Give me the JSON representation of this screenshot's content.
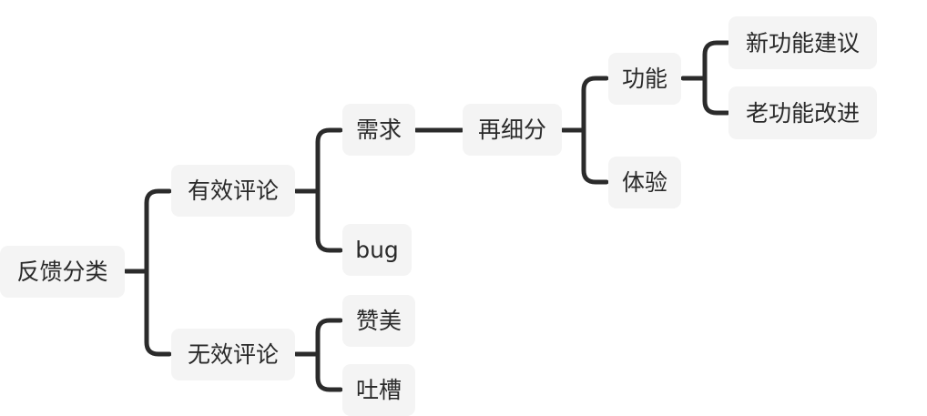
{
  "mindmap": {
    "root": "反馈分类",
    "valid": "有效评论",
    "invalid": "无效评论",
    "demand": "需求",
    "bug": "bug",
    "praise": "赞美",
    "complaint": "吐槽",
    "subdivide": "再细分",
    "feature": "功能",
    "experience": "体验",
    "new_feature": "新功能建议",
    "old_feature": "老功能改进"
  },
  "colors": {
    "connector": "#2b2b2b",
    "node_fill": "#f4f4f4",
    "text": "#2a2a2a"
  }
}
